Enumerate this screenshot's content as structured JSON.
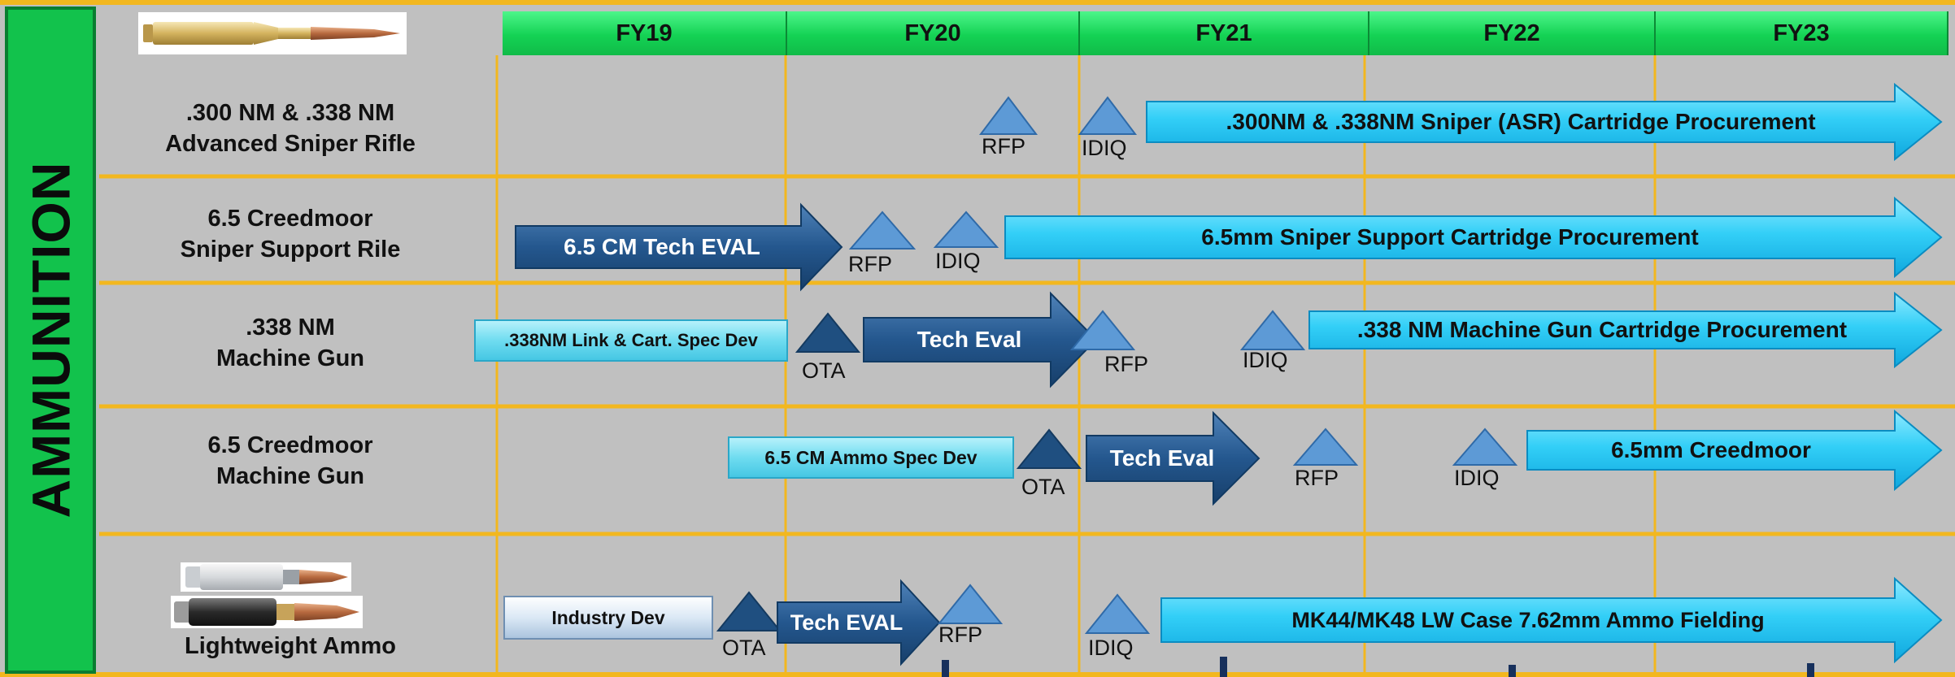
{
  "title": "AMMUNITION",
  "fiscal_years": [
    "FY19",
    "FY20",
    "FY21",
    "FY22",
    "FY23"
  ],
  "rows": [
    {
      "label_line1": ".300 NM & .338 NM",
      "label_line2": "Advanced Sniper Rifle"
    },
    {
      "label_line1": "6.5 Creedmoor",
      "label_line2": "Sniper Support Rile"
    },
    {
      "label_line1": ".338 NM",
      "label_line2": "Machine Gun"
    },
    {
      "label_line1": "6.5 Creedmoor",
      "label_line2": "Machine Gun"
    },
    {
      "label_line1": "",
      "label_line2": "Lightweight Ammo"
    }
  ],
  "milestones": {
    "r1_rfp": "RFP",
    "r1_idiq": "IDIQ",
    "r2_rfp": "RFP",
    "r2_idiq": "IDIQ",
    "r3_ota": "OTA",
    "r3_rfp": "RFP",
    "r3_idiq": "IDIQ",
    "r4_ota": "OTA",
    "r4_rfp": "RFP",
    "r4_idiq": "IDIQ",
    "r5_ota": "OTA",
    "r5_rfp": "RFP",
    "r5_idiq": "IDIQ"
  },
  "activities": {
    "r1_procurement": ".300NM & .338NM Sniper (ASR) Cartridge Procurement",
    "r2_tech_eval": "6.5 CM Tech EVAL",
    "r2_procurement": "6.5mm Sniper Support Cartridge Procurement",
    "r3_spec_dev": ".338NM Link & Cart. Spec Dev",
    "r3_tech_eval": "Tech Eval",
    "r3_procurement": ".338 NM Machine Gun Cartridge Procurement",
    "r4_spec_dev": "6.5 CM Ammo Spec Dev",
    "r4_tech_eval": "Tech Eval",
    "r4_procurement": "6.5mm Creedmoor",
    "r5_industry_dev": "Industry Dev",
    "r5_tech_eval": "Tech EVAL",
    "r5_fielding": "MK44/MK48 LW Case 7.62mm Ammo Fielding"
  },
  "colors": {
    "background": "#c0c0c0",
    "grid_line": "#f2b71f",
    "header_green": "#14d254",
    "title_bar_green": "#12c24c",
    "cyan_arrow": "#2ecbf4",
    "dark_arrow": "#1f4f80",
    "milestone_light": "#5d9ad6",
    "milestone_dark": "#1f4f80"
  }
}
